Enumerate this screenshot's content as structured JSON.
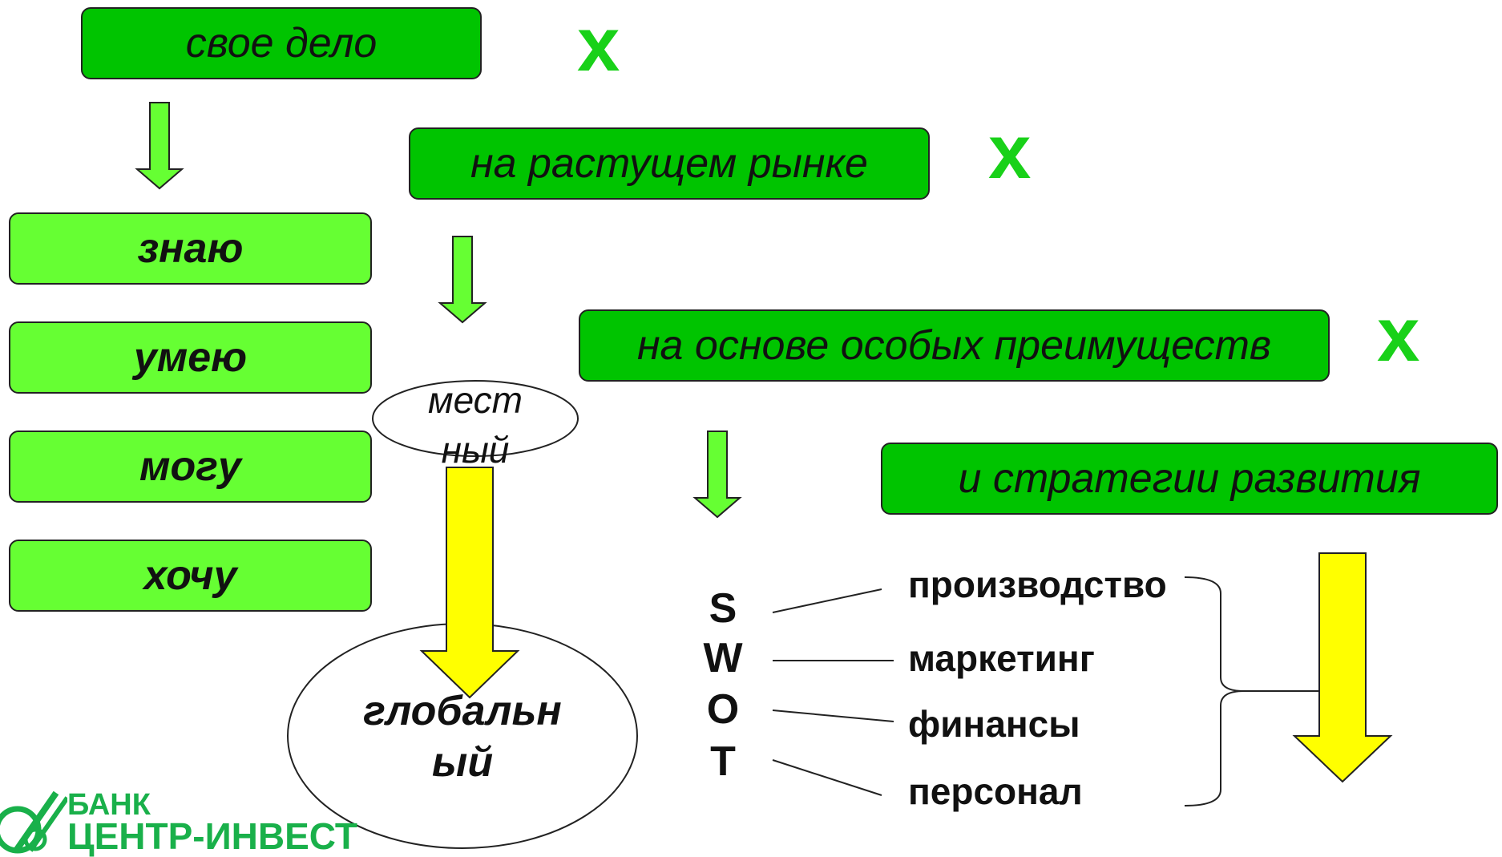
{
  "boxes": {
    "svoe_delo": "свое дело",
    "rastushchem": "на растущем рынке",
    "osnove": "на основе особых преимуществ",
    "strategii": "и стратегии развития"
  },
  "multiplier": "x",
  "skills": [
    "знаю",
    "умею",
    "могу",
    "хочу"
  ],
  "market_scope": {
    "local_line1": "мест",
    "local_line2": "ный",
    "global_line1": "глобальн",
    "global_line2": "ый"
  },
  "swot": [
    "S",
    "W",
    "O",
    "T"
  ],
  "areas": [
    "производство",
    "маркетинг",
    "финансы",
    "персонал"
  ],
  "logo": {
    "line1": "БАНК",
    "line2": "ЦЕНТР-ИНВЕСТ"
  },
  "colors": {
    "dark_green": "#00c400",
    "light_green": "#66ff33",
    "mark_green": "#19d119",
    "arrow_yellow": "#ffff00",
    "logo_green": "#19b04a"
  }
}
